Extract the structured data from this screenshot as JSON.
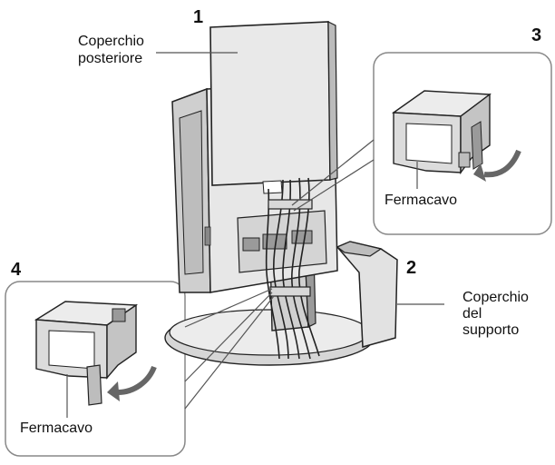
{
  "callouts": {
    "step1": "1",
    "step2": "2",
    "step3": "3",
    "step4": "4"
  },
  "labels": {
    "rear_cover_line1": "Coperchio",
    "rear_cover_line2": "posteriore",
    "cable_holder_top": "Fermacavo",
    "cable_holder_bottom": "Fermacavo",
    "stand_cover_line1": "Coperchio",
    "stand_cover_line2": "del",
    "stand_cover_line3": "supporto"
  },
  "colors": {
    "line": "#222222",
    "fill_light": "#ececec",
    "fill_mid": "#d6d6d6",
    "fill_dark": "#9a9a9a",
    "inset_border": "#888888"
  }
}
